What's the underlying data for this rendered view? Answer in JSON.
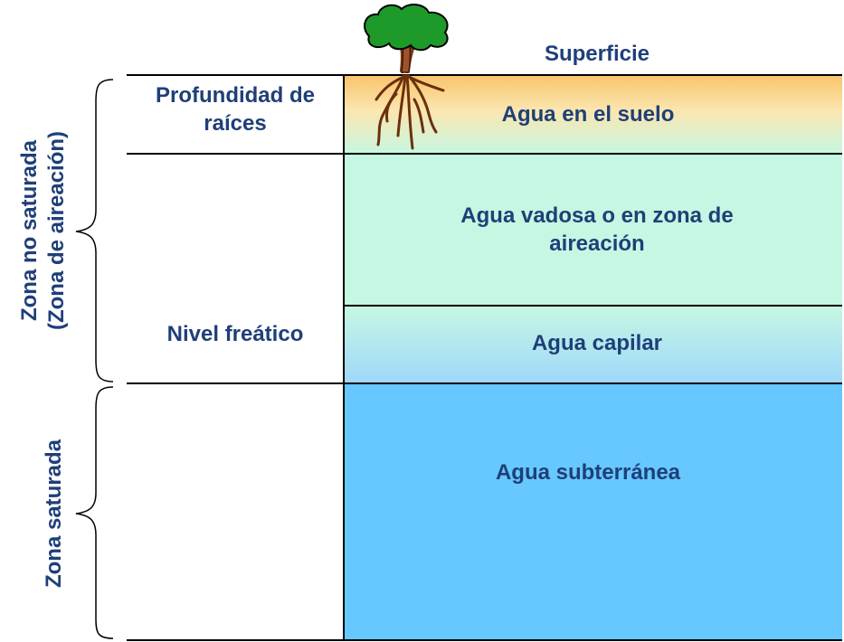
{
  "surface_label": "Superficie",
  "left_labels": {
    "root_depth": "Profundidad de raíces",
    "water_table": "Nivel freático"
  },
  "zones": {
    "unsaturated": [
      "Zona no saturada",
      "(Zona de aireación)"
    ],
    "saturated": "Zona saturada"
  },
  "layers": {
    "soil_water": "Agua en el suelo",
    "vadose_water": "Agua vadosa o en zona de aireación",
    "capillary_water": "Agua capilar",
    "groundwater": "Agua subterránea"
  },
  "colors": {
    "text": "#1f3f78",
    "soil_top": "#f7c46a",
    "vadose": "#c6f7e2",
    "capillary_bottom": "#9fd8fb",
    "groundwater": "#66c8ff",
    "tree_crown": "#1e9a2a",
    "trunk": "#a0522d"
  }
}
